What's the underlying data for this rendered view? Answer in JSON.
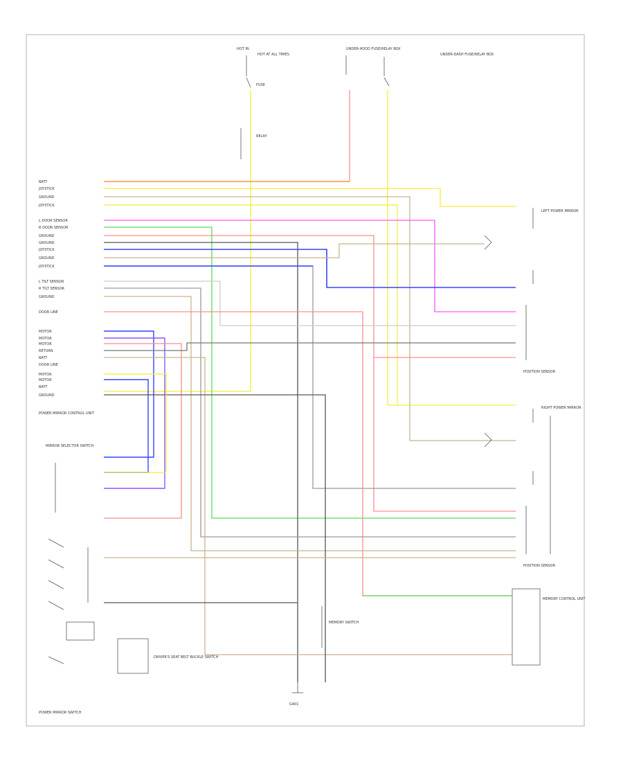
{
  "diagram": {
    "figure_id": "",
    "colors": {
      "pink": "#ff8c8c",
      "yellow": "#f2ee3a",
      "orange": "#ff9a4a",
      "tan": "#c8b48a",
      "magenta": "#ff55ff",
      "green": "#55dd55",
      "blue": "#3344ff",
      "violet": "#8855ff",
      "gray": "#999999",
      "dkgray": "#777777",
      "black": "#555555",
      "ltgray": "#cccccc"
    },
    "top_labels": [
      {
        "id": "fuse-a",
        "text": "HOT IN"
      },
      {
        "id": "fuse-b",
        "text": "HOT AT ALL TIMES"
      },
      {
        "id": "fuse-c",
        "text": "UNDER-HOOD FUSE/RELAY BOX"
      },
      {
        "id": "fuse-d",
        "text": "UNDER-DASH FUSE/RELAY BOX"
      },
      {
        "id": "fuse-e",
        "text": "FUSE"
      },
      {
        "id": "relay",
        "text": "RELAY"
      }
    ],
    "left_pins": [
      "BATT",
      "JOYSTICK",
      "GROUND",
      "JOYSTICK",
      "L DOOR SENSOR",
      "R DOOR SENSOR",
      "GROUND",
      "GROUND",
      "JOYSTICK",
      "GROUND",
      "JOYSTICK",
      "L TILT SENSOR",
      "R TILT SENSOR",
      "GROUND",
      "DOOR LINE",
      "MOTOR",
      "MOTOR",
      "MOTOR",
      "RETURN",
      "BATT",
      "DOOR LINE",
      "MOTOR",
      "MOTOR",
      "BATT",
      "GROUND"
    ],
    "left_block": "POWER MIRROR CONTROL UNIT",
    "left_switch_a": "MIRROR SELECTOR SWITCH",
    "left_switch_b": "POWER MIRROR SWITCH",
    "right_labels": [
      {
        "id": "lmirror",
        "text": "LEFT POWER MIRROR"
      },
      {
        "id": "rmirror",
        "text": "RIGHT POWER MIRROR"
      },
      {
        "id": "lsensor",
        "text": "POSITION SENSOR"
      },
      {
        "id": "rsensor",
        "text": "POSITION SENSOR"
      },
      {
        "id": "ctrl",
        "text": "MEMORY CONTROL UNIT"
      }
    ],
    "bottom_labels": [
      {
        "id": "ground",
        "text": "G401"
      },
      {
        "id": "sw",
        "text": "MEMORY SWITCH"
      },
      {
        "id": "buckle",
        "text": "DRIVER'S SEAT BELT BUCKLE SWITCH"
      }
    ]
  }
}
